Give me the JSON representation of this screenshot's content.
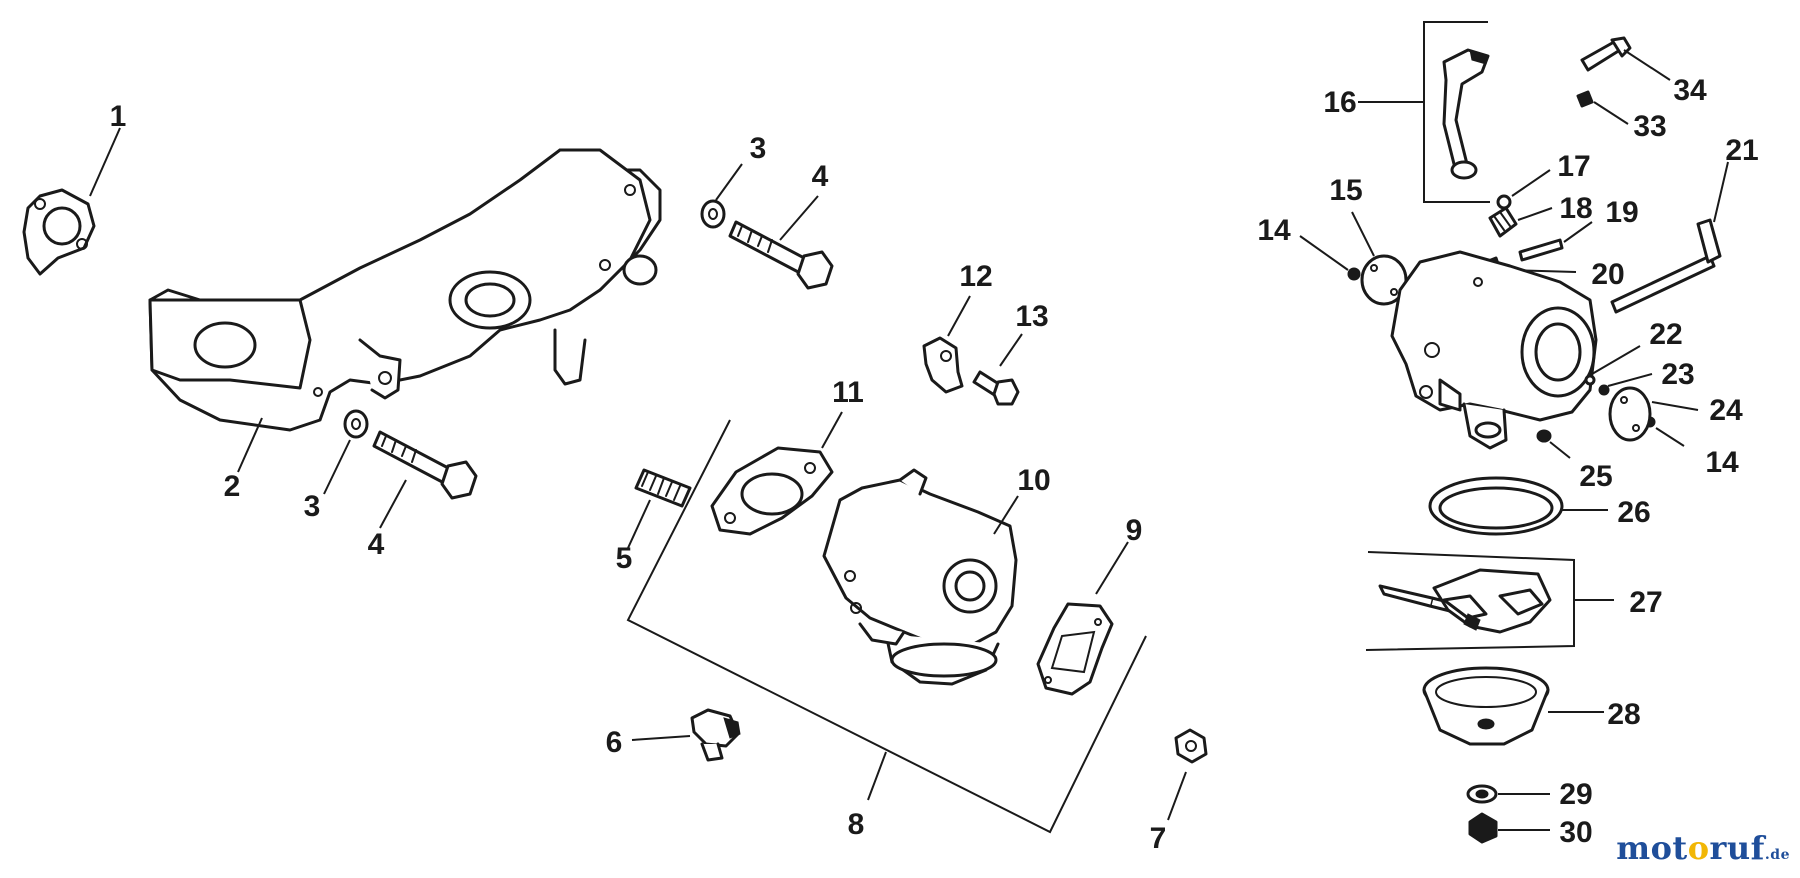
{
  "diagram": {
    "callouts": {
      "p1": "1",
      "p2": "2",
      "p3a": "3",
      "p3b": "3",
      "p4a": "4",
      "p4b": "4",
      "p5": "5",
      "p6": "6",
      "p7": "7",
      "p8": "8",
      "p9": "9",
      "p10": "10",
      "p11": "11",
      "p12": "12",
      "p13": "13",
      "p14a": "14",
      "p14b": "14",
      "p15": "15",
      "p16": "16",
      "p17": "17",
      "p18": "18",
      "p19": "19",
      "p20": "20",
      "p21": "21",
      "p22": "22",
      "p23": "23",
      "p24": "24",
      "p25": "25",
      "p26": "26",
      "p27": "27",
      "p28": "28",
      "p29": "29",
      "p30": "30",
      "p33": "33",
      "p34": "34"
    }
  },
  "watermark": {
    "part_a": "mot",
    "part_b": "o",
    "part_c": "ruf",
    "tld": ".de"
  }
}
